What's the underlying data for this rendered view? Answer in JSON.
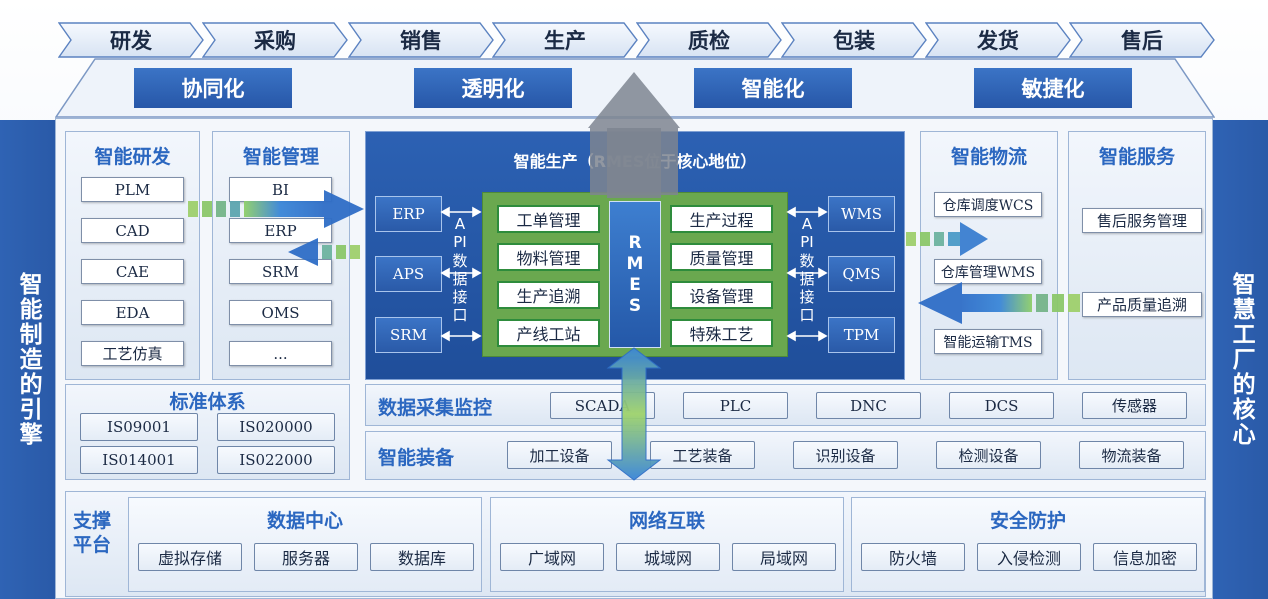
{
  "process": [
    "研发",
    "采购",
    "销售",
    "生产",
    "质检",
    "包装",
    "发货",
    "售后"
  ],
  "goals": [
    "协同化",
    "透明化",
    "智能化",
    "敏捷化"
  ],
  "left_bar": "智能制造的引擎",
  "right_bar": "智慧工厂的核心",
  "rd": {
    "title": "智能研发",
    "items": [
      "PLM",
      "CAD",
      "CAE",
      "EDA",
      "工艺仿真"
    ]
  },
  "mgmt": {
    "title": "智能管理",
    "items": [
      "BI",
      "ERP",
      "SRM",
      "OMS",
      "..."
    ]
  },
  "production": {
    "title": "智能生产（RMES位于核心地位）",
    "left_systems": [
      "ERP",
      "APS",
      "SRM"
    ],
    "right_systems": [
      "WMS",
      "QMS",
      "TPM"
    ],
    "api_label": "API数据接口",
    "rmes": "RMES",
    "left_modules": [
      "工单管理",
      "物料管理",
      "生产追溯",
      "产线工站"
    ],
    "right_modules": [
      "生产过程",
      "质量管理",
      "设备管理",
      "特殊工艺"
    ]
  },
  "logistics": {
    "title": "智能物流",
    "items": [
      "仓库调度WCS",
      "仓库管理WMS",
      "智能运输TMS"
    ]
  },
  "service": {
    "title": "智能服务",
    "items": [
      "售后服务管理",
      "产品质量追溯"
    ]
  },
  "standards": {
    "title": "标准体系",
    "items": [
      "IS09001",
      "IS020000",
      "IS014001",
      "IS022000"
    ]
  },
  "data_collect": {
    "title": "数据采集监控",
    "items": [
      "SCADA",
      "PLC",
      "DNC",
      "DCS",
      "传感器"
    ]
  },
  "equipment": {
    "title": "智能装备",
    "items": [
      "加工设备",
      "工艺装备",
      "识别设备",
      "检测设备",
      "物流装备"
    ]
  },
  "support": {
    "label": "支撑平台",
    "groups": [
      {
        "title": "数据中心",
        "items": [
          "虚拟存储",
          "服务器",
          "数据库"
        ]
      },
      {
        "title": "网络互联",
        "items": [
          "广域网",
          "城域网",
          "局域网"
        ]
      },
      {
        "title": "安全防护",
        "items": [
          "防火墙",
          "入侵检测",
          "信息加密"
        ]
      }
    ]
  },
  "colors": {
    "primary_blue": "#2a5aa8",
    "green": "#6aa84f",
    "title_blue": "#2b67c0"
  }
}
